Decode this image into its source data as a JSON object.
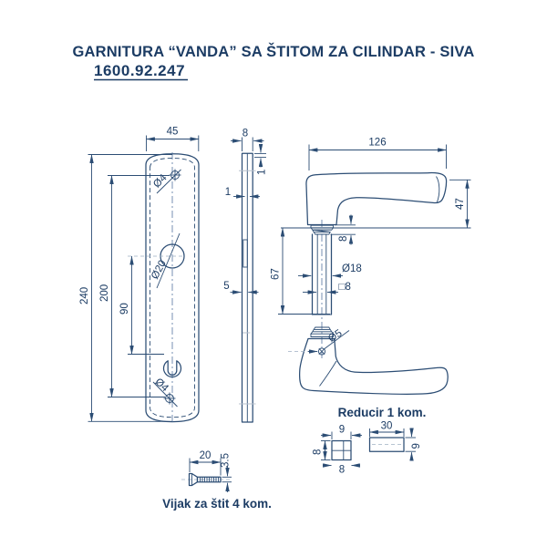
{
  "title": "GARNITURA “VANDA” SA ŠTITOM ZA CILINDAR - SIVA",
  "code": "1600.92.247",
  "colors": {
    "line": "#2c4d74",
    "text": "#1c3c64",
    "light": "#b7c0cd"
  },
  "views": {
    "plate": {
      "width": "45",
      "height": "240",
      "hole_span": "200",
      "cylinder_span": "90",
      "top_hole": "Ø4",
      "cylinder_hole": "Ø20",
      "bottom_hole": "Ø4"
    },
    "side": {
      "thickness": "8",
      "lip_top": "1",
      "lip_mid": "1",
      "base": "5"
    },
    "handle": {
      "length": "126",
      "height": "47",
      "collar": "8",
      "spindle_length": "67",
      "rose": "Ø18",
      "square": "□8",
      "grub_screw": "Ø5"
    },
    "reducer": {
      "label": "Reducir 1 kom.",
      "width": "9",
      "side": "8",
      "hole": "8",
      "length": "30",
      "height": "9"
    },
    "screw": {
      "label": "Vijak za štit 4 kom.",
      "length": "20",
      "diameter": "3.5"
    }
  }
}
